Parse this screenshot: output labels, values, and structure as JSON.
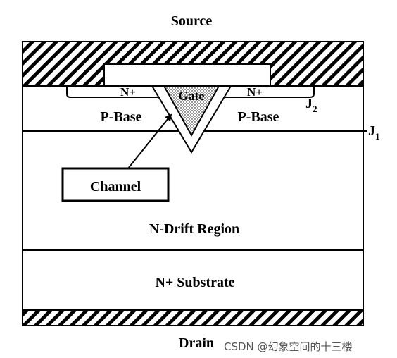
{
  "labels": {
    "source": "Source",
    "drain": "Drain",
    "gate": "Gate",
    "n_plus_left": "N+",
    "n_plus_right": "N+",
    "p_base_left": "P-Base",
    "p_base_right": "P-Base",
    "j2": "J",
    "j2_sub": "2",
    "j1": "J",
    "j1_sub": "1",
    "channel": "Channel",
    "n_drift": "N-Drift Region",
    "n_substrate": "N+ Substrate"
  },
  "watermark": "CSDN @幻象空间的十三楼",
  "colors": {
    "line": "#000000",
    "hatch": "#000000",
    "background": "#ffffff",
    "watermark": "#555555"
  }
}
